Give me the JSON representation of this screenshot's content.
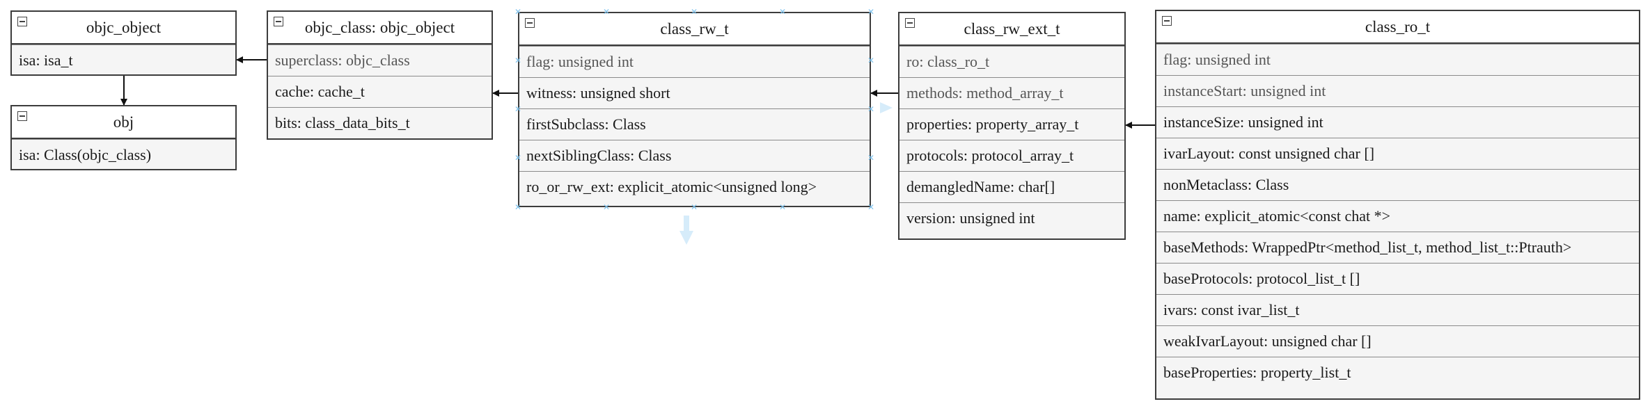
{
  "boxes": {
    "objc_object": {
      "title": "objc_object",
      "rows": [
        "isa: isa_t"
      ]
    },
    "obj": {
      "title": "obj",
      "rows": [
        "isa: Class(objc_class)"
      ]
    },
    "objc_class": {
      "title": "objc_class: objc_object",
      "rows": [
        "superclass: objc_class",
        "cache: cache_t",
        "bits: class_data_bits_t"
      ]
    },
    "class_rw_t": {
      "title": "class_rw_t",
      "rows": [
        "flag: unsigned int",
        "witness: unsigned short",
        "firstSubclass: Class",
        "nextSiblingClass: Class",
        "ro_or_rw_ext: explicit_atomic<unsigned long>"
      ]
    },
    "class_rw_ext_t": {
      "title": "class_rw_ext_t",
      "rows": [
        "ro: class_ro_t",
        "methods: method_array_t",
        "properties: property_array_t",
        "protocols: protocol_array_t",
        "demangledName: char[]",
        "version: unsigned int"
      ]
    },
    "class_ro_t": {
      "title": "class_ro_t",
      "rows": [
        "flag: unsigned int",
        "instanceStart: unsigned int",
        "instanceSize: unsigned int",
        "ivarLayout: const unsigned char []",
        "nonMetaclass: Class",
        "name: explicit_atomic<const chat *>",
        "baseMethods: WrappedPtr<method_list_t, method_list_t::Ptrauth>",
        "baseProtocols: protocol_list_t []",
        "ivars: const ivar_list_t",
        "weakIvarLayout: unsigned char []",
        "baseProperties: property_list_t"
      ]
    }
  },
  "colors": {
    "border": "#3c3c3c",
    "row_fill": "#f5f5f5",
    "header_fill": "#ffffff",
    "selection": "#7ec3ee"
  }
}
